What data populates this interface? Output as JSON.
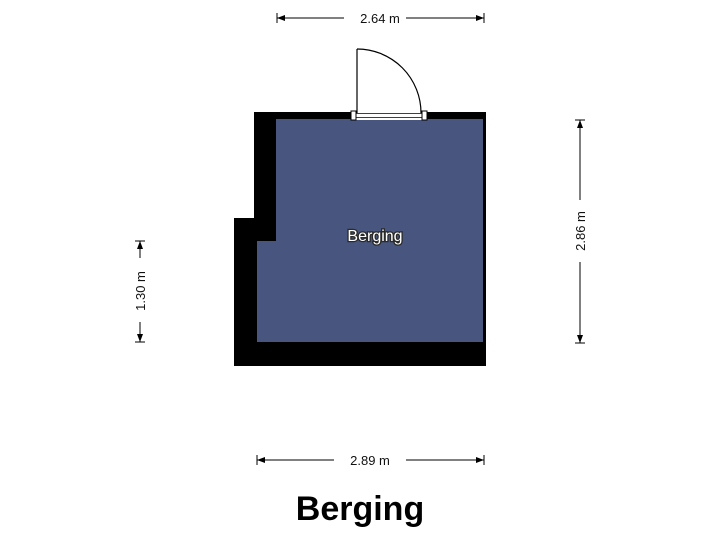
{
  "title": "Berging",
  "room": {
    "name": "Berging"
  },
  "dimensions": {
    "top_width": "2.64 m",
    "bottom_width": "2.89 m",
    "right_height": "2.86 m",
    "left_height": "1.30 m"
  },
  "colors": {
    "wall": "#000000",
    "floor": "#48567f",
    "background": "#ffffff",
    "door_line": "#000000"
  }
}
